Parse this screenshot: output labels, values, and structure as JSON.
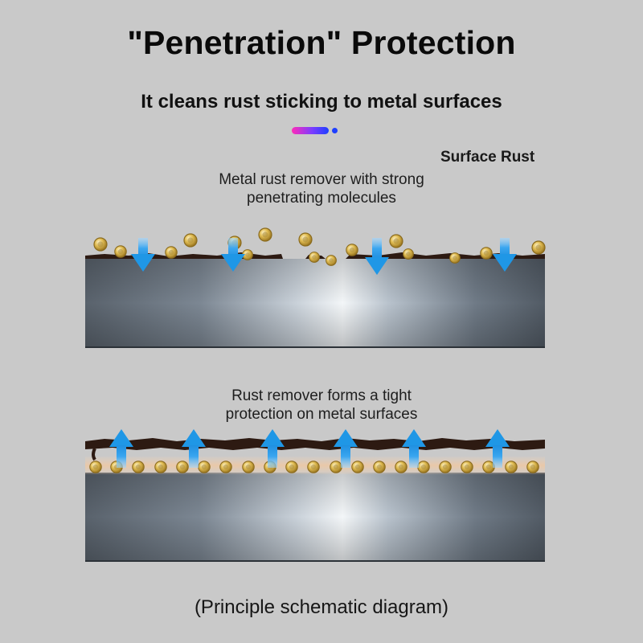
{
  "title": "\"Penetration\" Protection",
  "subtitle": "It cleans rust sticking to metal surfaces",
  "labels": {
    "surface_rust": "Surface Rust",
    "top_caption_line1": "Metal rust remover with strong",
    "top_caption_line2": "penetrating molecules",
    "bottom_caption_line1": "Rust remover forms a tight",
    "bottom_caption_line2": "protection on metal surfaces"
  },
  "footer": "(Principle schematic diagram)",
  "colors": {
    "background": "#c9c9c9",
    "arrow": "#1f97e6",
    "molecule": "#e2be55",
    "rust": "#2d1a12",
    "metal_dark": "#565f6a",
    "metal_light": "#f0f3f6",
    "accent_pink": "#ff2bb8",
    "accent_blue": "#1e3fff"
  },
  "icons": {
    "molecule": "molecule-icon",
    "down_arrow": "down-arrow-icon",
    "up_arrow": "up-arrow-icon"
  }
}
